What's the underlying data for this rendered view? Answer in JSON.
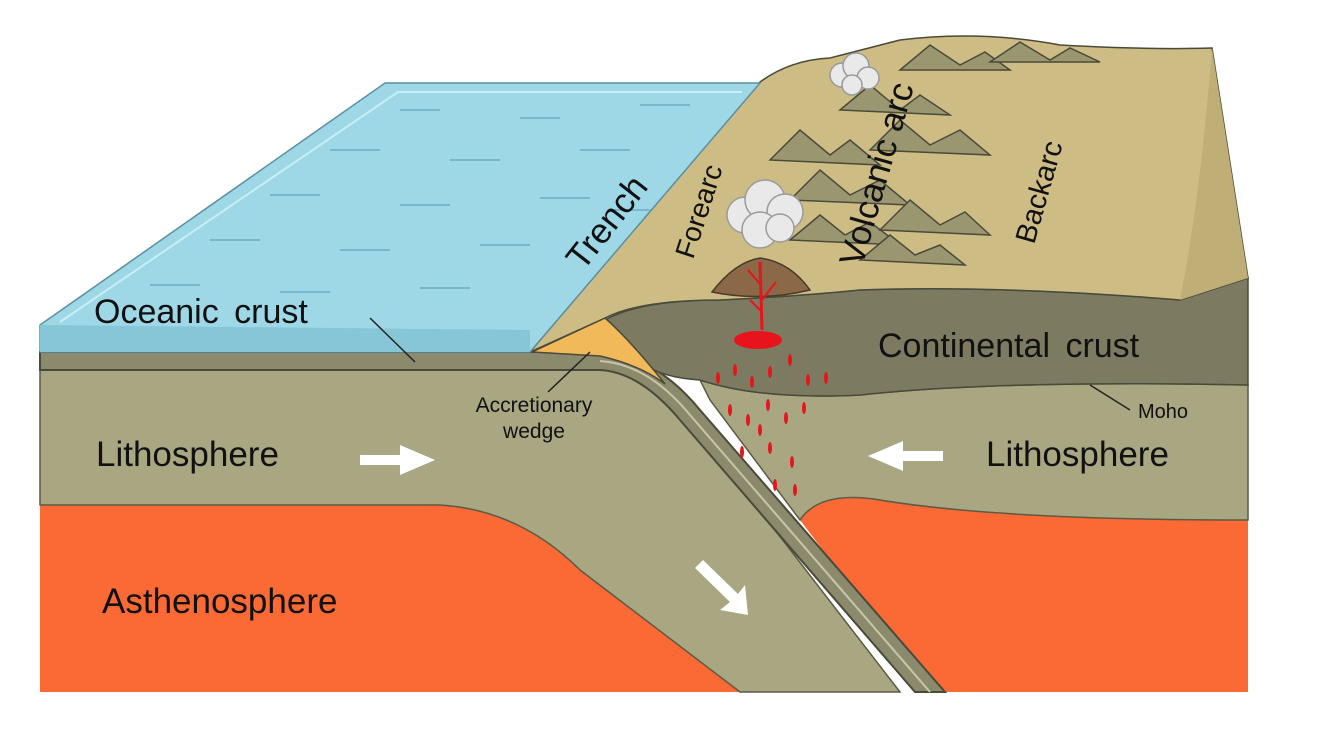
{
  "labels": {
    "trench": "Trench",
    "forearc": "Forearc",
    "volcanic_arc": "Volcanic arc",
    "backarc": "Backarc",
    "oceanic_crust": "Oceanic crust",
    "continental_crust": "Continental crust",
    "moho": "Moho",
    "accretionary_line1": "Accretionary",
    "accretionary_line2": "wedge",
    "lithosphere_left": "Lithosphere",
    "lithosphere_right": "Lithosphere",
    "asthenosphere": "Asthenosphere"
  },
  "colors": {
    "ocean": "#9ed8e6",
    "ocean_edge": "#7fc3d6",
    "oceanic_crust": "#6f8f86",
    "lithosphere": "#a9a682",
    "continental_crust": "#7c7a60",
    "land": "#cdbd85",
    "accretionary_wedge": "#f2b95a",
    "asthenosphere": "#fb6a35",
    "magma": "#e8141c",
    "volcano_cone": "#8a6848",
    "arrow": "#ffffff"
  },
  "icons": {
    "arrows": [
      "arrow-right-icon",
      "arrow-left-icon",
      "arrow-down-right-icon"
    ],
    "clouds": [
      "ash-cloud-icon"
    ]
  }
}
